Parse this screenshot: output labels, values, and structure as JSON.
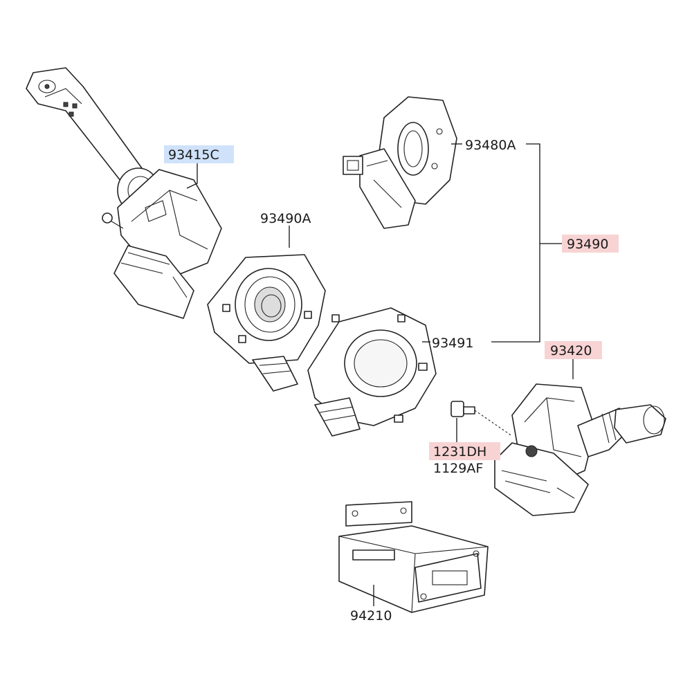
{
  "parts": {
    "p93415C": {
      "label": "93415C",
      "highlight": "#cfe2fa"
    },
    "p93490A": {
      "label": "93490A"
    },
    "p93480A": {
      "label": "93480A"
    },
    "p93490": {
      "label": "93490",
      "highlight": "#f8d3d3"
    },
    "p93491": {
      "label": "93491"
    },
    "p93420": {
      "label": "93420",
      "highlight": "#f8d3d3"
    },
    "p1231DH": {
      "label": "1231DH",
      "highlight": "#f8d3d3"
    },
    "p1129AF": {
      "label": "1129AF"
    },
    "p94210": {
      "label": "94210"
    }
  }
}
